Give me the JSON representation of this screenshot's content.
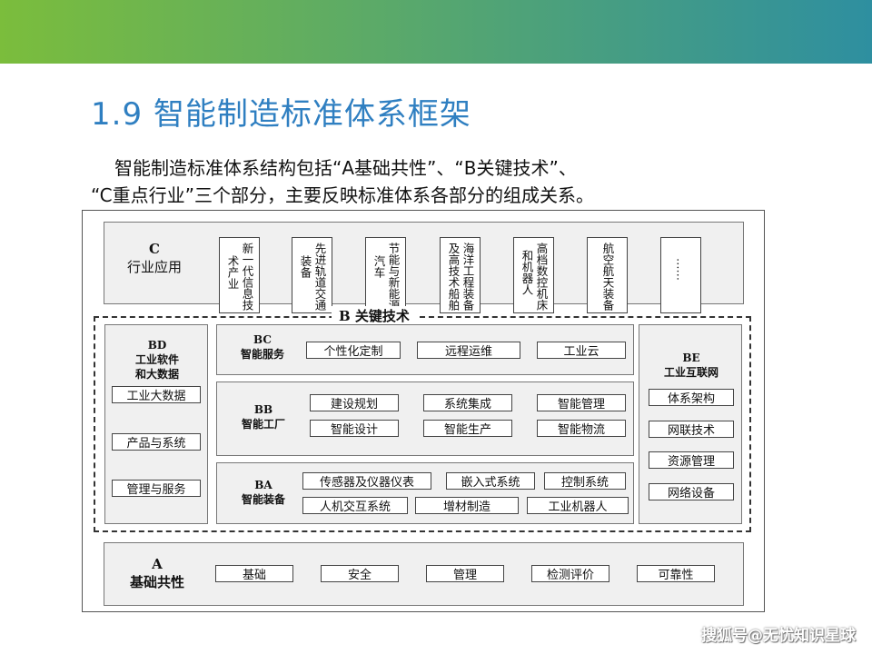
{
  "slide": {
    "title": "1.9 智能制造标准体系框架",
    "intro_line1": "智能制造标准体系结构包括“A基础共性”、“B关键技术”、",
    "intro_line2": "“C重点行业”三个部分，主要反映标准体系各部分的组成关系。"
  },
  "colors": {
    "banner_start": "#7bbd3c",
    "banner_end": "#2e8fa0",
    "title": "#2f7fc1",
    "panel_fill": "#f0f0f0"
  },
  "diagram": {
    "c_section": {
      "code": "C",
      "name": "行业应用",
      "items": [
        {
          "col1": "新一代信息技",
          "col2": "术产业"
        },
        {
          "col1": "先进轨道交通",
          "col2": "装备"
        },
        {
          "col1": "节能与新能源",
          "col2": "汽车"
        },
        {
          "col1": "海洋工程装备",
          "col2": "及高技术船舶"
        },
        {
          "col1": "高档数控机床",
          "col2": "和机器人"
        },
        {
          "col1": "航空航天装备",
          "col2": ""
        },
        {
          "col1": "……",
          "col2": ""
        }
      ]
    },
    "b_section": {
      "label": "B 关键技术",
      "bd": {
        "code": "BD",
        "name1": "工业软件",
        "name2": "和大数据",
        "items": [
          "工业大数据",
          "产品与系统",
          "管理与服务"
        ]
      },
      "bc": {
        "code": "BC",
        "name": "智能服务",
        "items": [
          "个性化定制",
          "远程运维",
          "工业云"
        ]
      },
      "bb": {
        "code": "BB",
        "name": "智能工厂",
        "items": [
          "建设规划",
          "系统集成",
          "智能管理",
          "智能设计",
          "智能生产",
          "智能物流"
        ]
      },
      "ba": {
        "code": "BA",
        "name": "智能装备",
        "items": [
          "传感器及仪器仪表",
          "嵌入式系统",
          "控制系统",
          "人机交互系统",
          "增材制造",
          "工业机器人"
        ]
      },
      "be": {
        "code": "BE",
        "name": "工业互联网",
        "items": [
          "体系架构",
          "网联技术",
          "资源管理",
          "网络设备"
        ]
      }
    },
    "a_section": {
      "code": "A",
      "name": "基础共性",
      "items": [
        "基础",
        "安全",
        "管理",
        "检测评价",
        "可靠性"
      ]
    }
  },
  "watermark": "搜狐号@无忧知识星球"
}
